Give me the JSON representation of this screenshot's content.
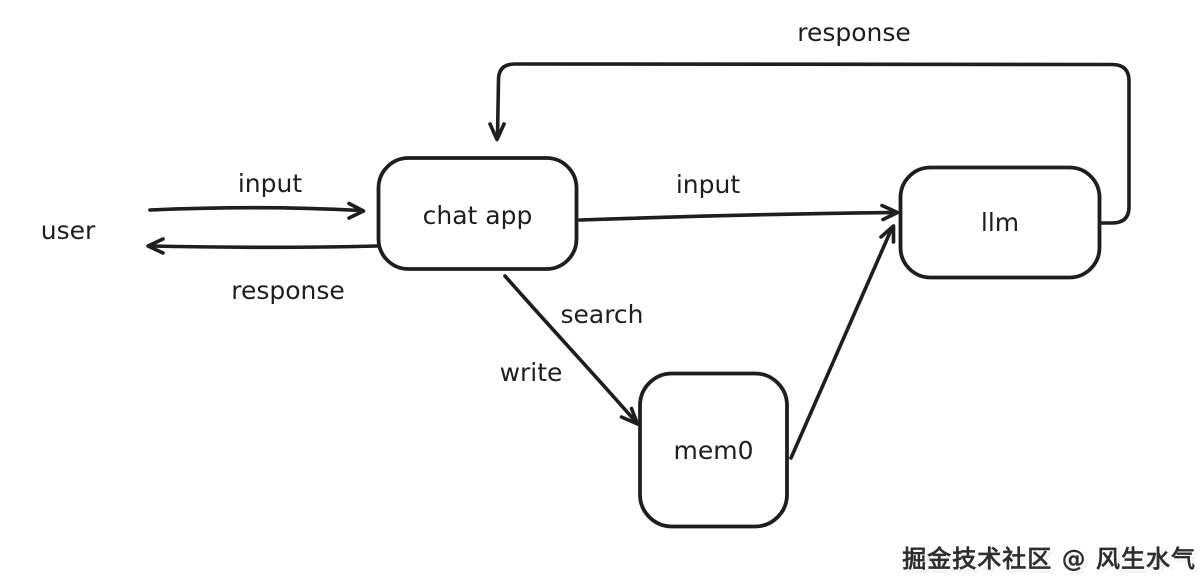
{
  "diagram": {
    "type": "flow-diagram",
    "background_color": "#ffffff",
    "stroke_color": "#1e1e1e",
    "nodes": {
      "user": {
        "label": "user",
        "shape": "text"
      },
      "chat_app": {
        "label": "chat app",
        "shape": "rounded-rect"
      },
      "llm": {
        "label": "llm",
        "shape": "rounded-rect"
      },
      "mem0": {
        "label": "mem0",
        "shape": "rounded-rect"
      }
    },
    "edges": {
      "user_to_chat": {
        "from": "user",
        "to": "chat_app",
        "label": "input"
      },
      "chat_to_user": {
        "from": "chat_app",
        "to": "user",
        "label": "response"
      },
      "chat_to_llm": {
        "from": "chat_app",
        "to": "llm",
        "label": "input"
      },
      "llm_to_chat": {
        "from": "llm",
        "to": "chat_app",
        "label": "response",
        "route": "top-loop"
      },
      "chat_to_mem0": {
        "from": "chat_app",
        "to": "mem0",
        "search_label": "search",
        "write_label": "write"
      },
      "mem0_to_llm": {
        "from": "mem0",
        "to": "llm",
        "label": ""
      }
    }
  },
  "watermark": {
    "text": "掘金技术社区 @ 风生水气"
  }
}
